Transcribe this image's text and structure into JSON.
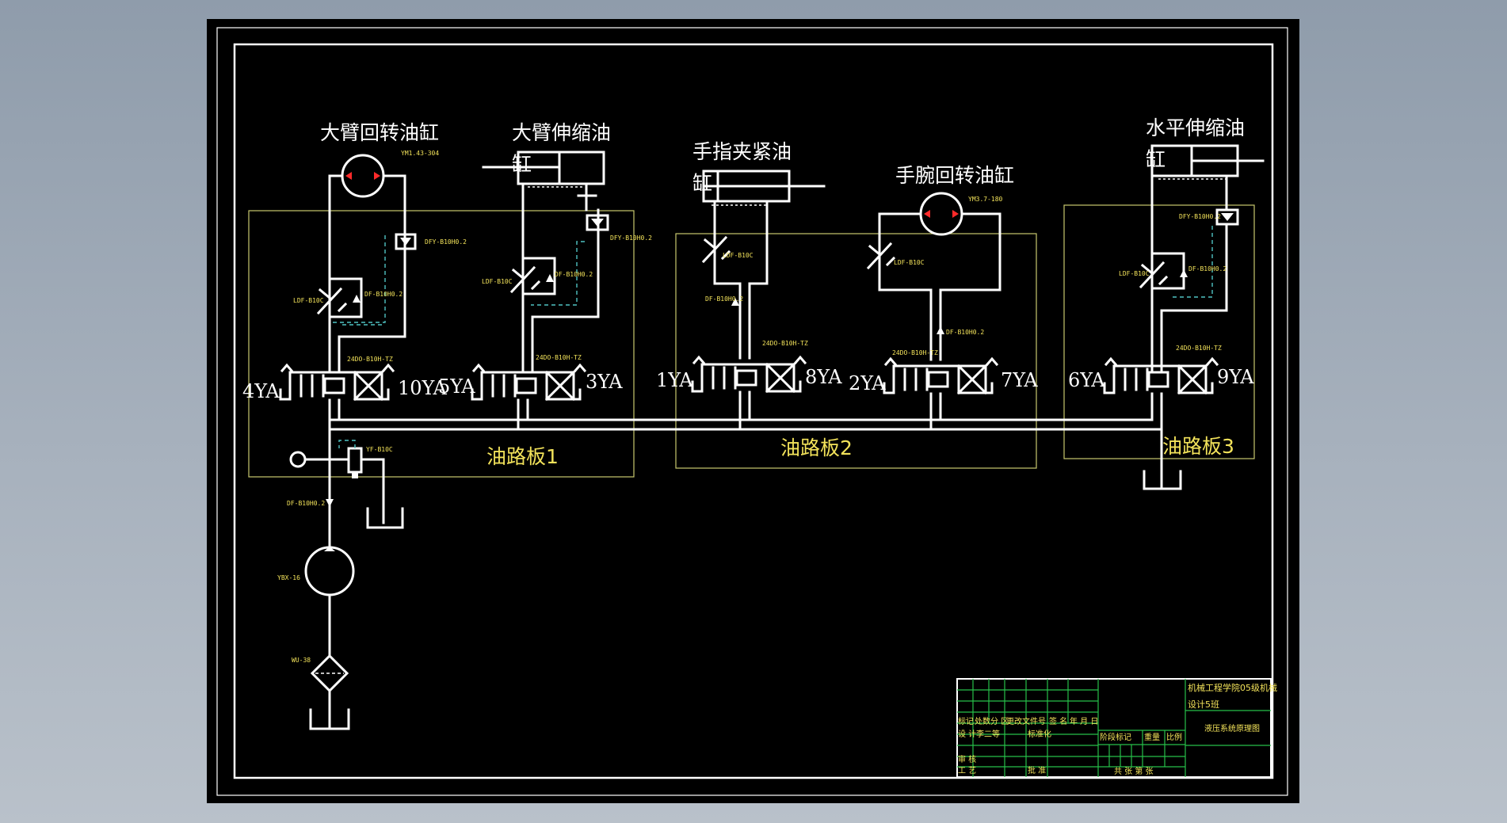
{
  "titles": {
    "arm_rotate_cyl": "大臂回转油缸",
    "arm_extend_cyl_l1": "大臂伸缩油",
    "arm_extend_cyl_l2": "缸",
    "finger_clamp_cyl_l1": "手指夹紧油",
    "finger_clamp_cyl_l2": "缸",
    "wrist_rotate_cyl": "手腕回转油缸",
    "horiz_extend_cyl_l1": "水平伸缩油",
    "horiz_extend_cyl_l2": "缸"
  },
  "solenoids": {
    "s4": "4YA",
    "s10": "10YA",
    "s5": "5YA",
    "s3": "3YA",
    "s1": "1YA",
    "s8": "8YA",
    "s2": "2YA",
    "s7": "7YA",
    "s6": "6YA",
    "s9": "9YA"
  },
  "boards": {
    "b1": "油路板1",
    "b2": "油路板2",
    "b3": "油路板3"
  },
  "components": {
    "motor1": "YM1.43-304",
    "motor2": "YM3.7-180",
    "dfy_1": "DFY-B10H0.2",
    "dfy_2": "DFY-B10H0.2",
    "dfy_3": "DFY-B10H0.2",
    "df_1": "DF-B10H0.2",
    "df_2": "DF-B10H0.2",
    "df_3": "DF-B10H0.2",
    "df_4": "DF-B10H0.2",
    "df_5": "DF-B10H0.2",
    "df_6": "DF-B10H0.2",
    "ldf_1": "LDF-B10C",
    "ldf_2": "LDF-B10C",
    "ldf_3": "LDF-B10C",
    "ldf_4": "LDF-B10C",
    "ldf_5": "LDF-B10C",
    "v24_1": "24DO-B10H-TZ",
    "v24_2": "24DO-B10H-TZ",
    "v24_3": "24DO-B10H-TZ",
    "v24_4": "24DO-B10H-TZ",
    "v24_5": "24DO-B10H-TZ",
    "relief": "YF-B10C",
    "pump": "YBX-16",
    "filter": "WU-38"
  },
  "title_block": {
    "school_l1": "机械工程学院05级机械",
    "school_l2": "设计5班",
    "drawing_name": "液压系统原理图",
    "h_biaoji": "标记",
    "h_chushu": "处数",
    "h_fenqu": "分 区",
    "h_gaiwen": "更改文件号",
    "h_qianming": "签 名",
    "h_nianyueri": "年 月 日",
    "design": "设 计",
    "designer": "李二等",
    "standard": "标准化",
    "stage_mark": "阶段标记",
    "weight": "重量",
    "scale": "比例",
    "review": "审 核",
    "process": "工 艺",
    "approve": "批 准",
    "sheets": "共 张  第 张"
  },
  "colors": {
    "background": "#000000",
    "lines": "#ffffff",
    "annotation": "#f2e25a",
    "board_outline": "#c8c86e",
    "pilot_dashed": "#4fc2c2",
    "grid": "#27c04a",
    "arrow_red": "#ff2a2a"
  }
}
